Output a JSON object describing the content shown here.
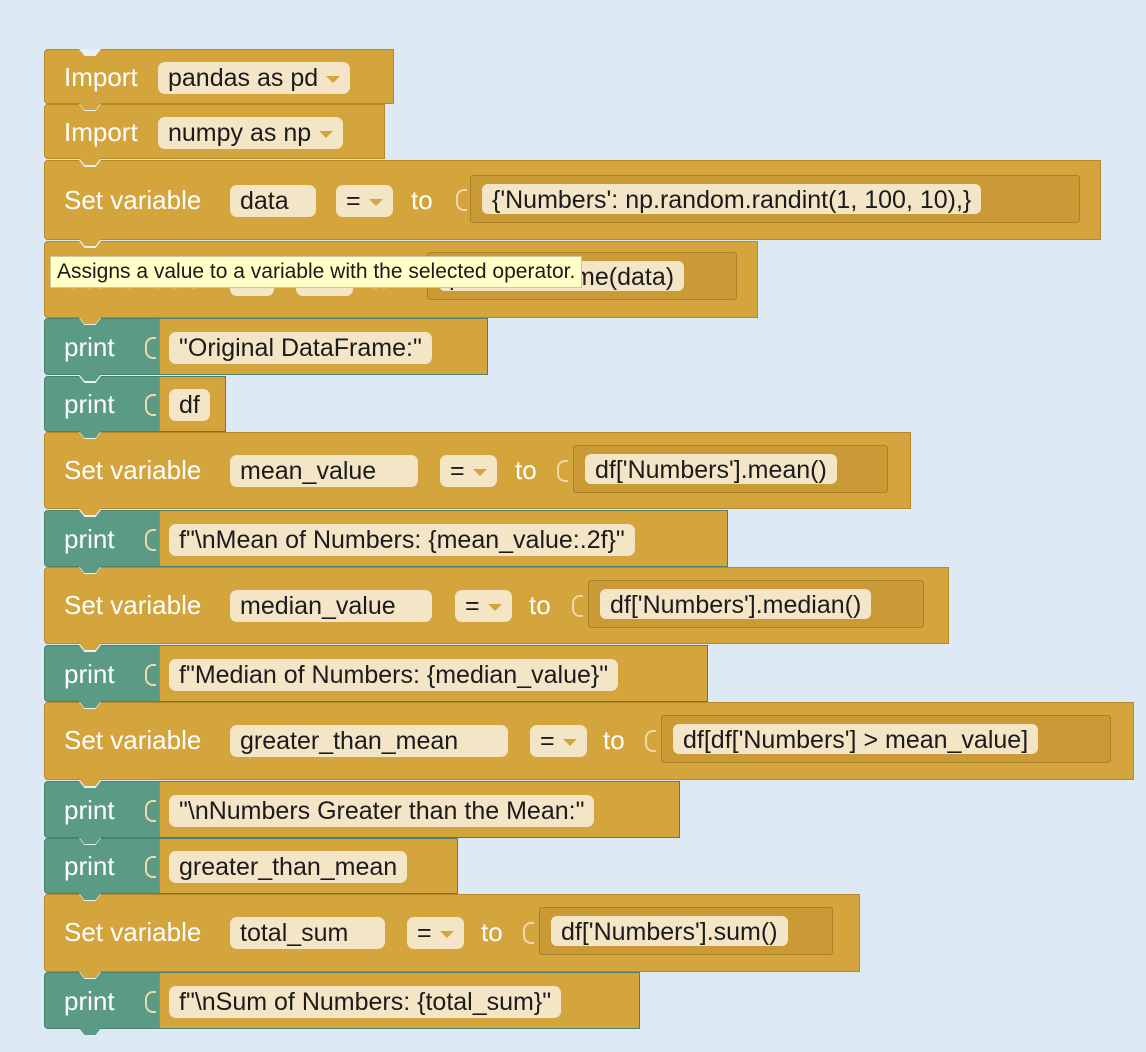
{
  "tooltip": "Assigns a value to a variable with the selected operator.",
  "blocks": [
    {
      "kind": "import",
      "keyword": "Import",
      "module": "pandas as pd"
    },
    {
      "kind": "import",
      "keyword": "Import",
      "module": "numpy as np"
    },
    {
      "kind": "set",
      "keyword": "Set variable",
      "var": "data",
      "op": "=",
      "to": "to",
      "value": "{'Numbers': np.random.randint(1, 100, 10),}"
    },
    {
      "kind": "set",
      "keyword": "Set variable",
      "var": "df",
      "op": "=",
      "to": "to",
      "value": "pd.DataFrame(data)"
    },
    {
      "kind": "print",
      "keyword": "print",
      "value": "\"Original DataFrame:\""
    },
    {
      "kind": "print",
      "keyword": "print",
      "value": "df"
    },
    {
      "kind": "set",
      "keyword": "Set variable",
      "var": "mean_value",
      "op": "=",
      "to": "to",
      "value": "df['Numbers'].mean()"
    },
    {
      "kind": "print",
      "keyword": "print",
      "value": "f\"\\nMean of Numbers: {mean_value:.2f}\""
    },
    {
      "kind": "set",
      "keyword": "Set variable",
      "var": "median_value",
      "op": "=",
      "to": "to",
      "value": "df['Numbers'].median()"
    },
    {
      "kind": "print",
      "keyword": "print",
      "value": "f\"Median of Numbers: {median_value}\""
    },
    {
      "kind": "set",
      "keyword": "Set variable",
      "var": "greater_than_mean",
      "op": "=",
      "to": "to",
      "value": "df[df['Numbers'] > mean_value]"
    },
    {
      "kind": "print",
      "keyword": "print",
      "value": "\"\\nNumbers Greater than the Mean:\""
    },
    {
      "kind": "print",
      "keyword": "print",
      "value": "greater_than_mean"
    },
    {
      "kind": "set",
      "keyword": "Set variable",
      "var": "total_sum",
      "op": "=",
      "to": "to",
      "value": "df['Numbers'].sum()"
    },
    {
      "kind": "print",
      "keyword": "print",
      "value": "f\"\\nSum of Numbers: {total_sum}\""
    }
  ],
  "colors": {
    "set_block": "#d4a43d",
    "print_block": "#5b9a84",
    "field_bg": "#f5e5c7",
    "tooltip_bg": "#ffffc7",
    "workspace": "#dde9f4"
  }
}
